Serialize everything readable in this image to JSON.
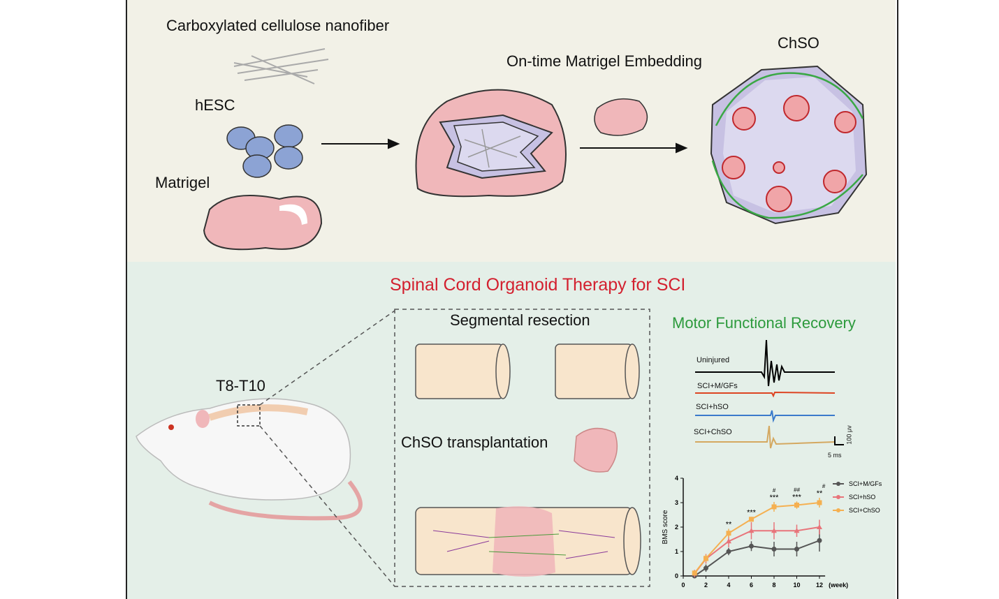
{
  "top": {
    "nanofiber_label": "Carboxylated cellulose nanofiber",
    "hesc_label": "hESC",
    "matrigel_label": "Matrigel",
    "embedding_label": "On-time Matrigel Embedding",
    "chso_label": "ChSO"
  },
  "bottom": {
    "title": "Spinal Cord Organoid Therapy for SCI",
    "segment_label": "T8-T10",
    "resection_label": "Segmental resection",
    "transplant_label": "ChSO transplantation",
    "recovery_title": "Motor Functional Recovery",
    "emg": {
      "traces": [
        "Uninjured",
        "SCI+M/GFs",
        "SCI+hSO",
        "SCI+ChSO"
      ],
      "scale_y": "100 μv",
      "scale_x": "5 ms"
    }
  },
  "colors": {
    "title_red": "#d3202f",
    "recovery_green": "#2c9a3c",
    "mgfs": "#555555",
    "hso": "#e8747a",
    "chso": "#f5b051"
  },
  "chart_data": {
    "type": "line",
    "ylabel": "BMS score",
    "xlabel": "(week)",
    "xlim": [
      0,
      12.5
    ],
    "ylim": [
      0,
      4
    ],
    "xticks": [
      "0",
      "2",
      "4",
      "6",
      "8",
      "10",
      "12"
    ],
    "yticks": [
      "0",
      "1",
      "2",
      "3",
      "4"
    ],
    "legend_position": "right",
    "x": [
      1,
      2,
      4,
      6,
      8,
      10,
      12
    ],
    "series": [
      {
        "name": "SCI+M/GFs",
        "values": [
          0,
          0.32,
          1.0,
          1.22,
          1.1,
          1.1,
          1.45
        ],
        "errors": [
          0.05,
          0.15,
          0.15,
          0.2,
          0.3,
          0.3,
          0.45
        ]
      },
      {
        "name": "SCI+hSO",
        "values": [
          0.1,
          0.7,
          1.42,
          1.85,
          1.85,
          1.85,
          2.0
        ],
        "errors": [
          0.15,
          0.2,
          0.25,
          0.35,
          0.35,
          0.25,
          0.3
        ]
      },
      {
        "name": "SCI+ChSO",
        "values": [
          0.12,
          0.72,
          1.75,
          2.32,
          2.83,
          2.9,
          3.0
        ],
        "errors": [
          0.1,
          0.15,
          0.18,
          0.1,
          0.2,
          0.15,
          0.2
        ]
      }
    ],
    "annotations": [
      {
        "x": 4,
        "stars": "**",
        "hash": ""
      },
      {
        "x": 6,
        "stars": "***",
        "hash": ""
      },
      {
        "x": 8,
        "stars": "***",
        "hash": "#"
      },
      {
        "x": 10,
        "stars": "***",
        "hash": "##"
      },
      {
        "x": 12,
        "stars": "**",
        "hash": "#"
      }
    ]
  }
}
